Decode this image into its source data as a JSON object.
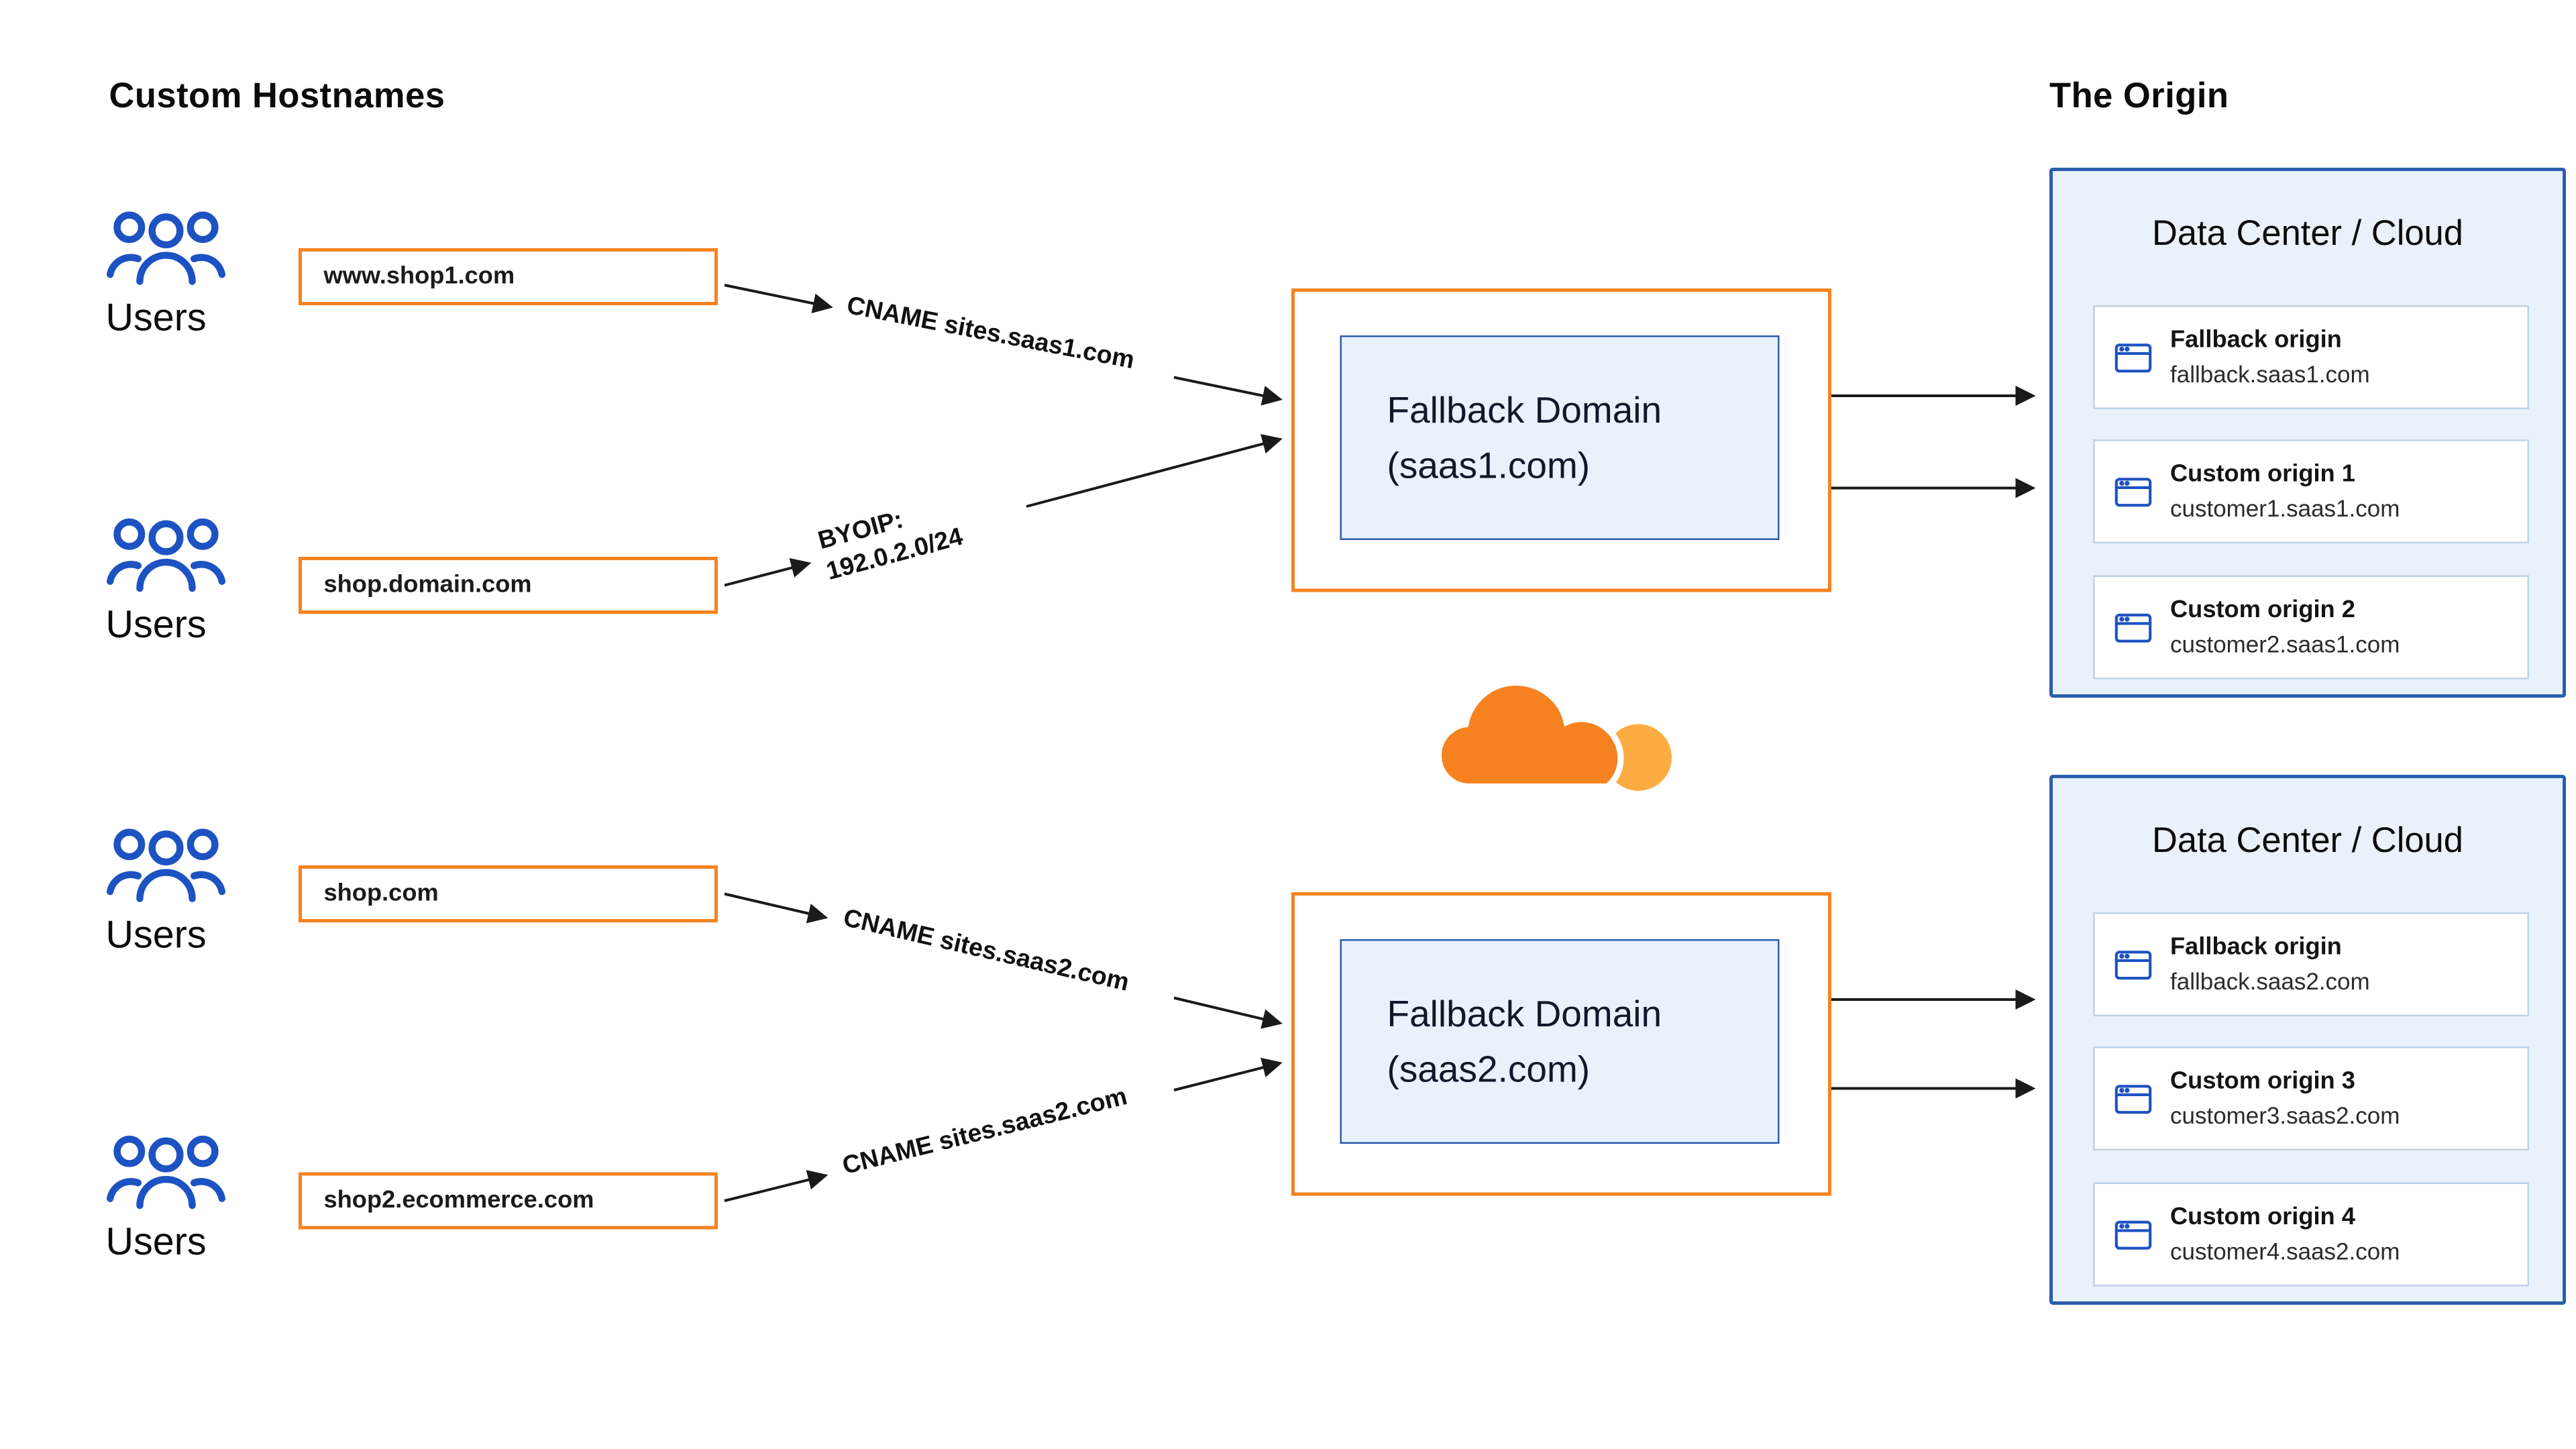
{
  "titles": {
    "left": "Custom Hostnames",
    "right": "The Origin"
  },
  "users_label": "Users",
  "hostnames": [
    {
      "label": "www.shop1.com"
    },
    {
      "label": "shop.domain.com"
    },
    {
      "label": "shop.com"
    },
    {
      "label": "shop2.ecommerce.com"
    }
  ],
  "route_labels": [
    {
      "line1": "CNAME sites.saas1.com",
      "line2": ""
    },
    {
      "line1": "BYOIP:",
      "line2": "192.0.2.0/24"
    },
    {
      "line1": "CNAME sites.saas2.com",
      "line2": ""
    },
    {
      "line1": "CNAME sites.saas2.com",
      "line2": ""
    }
  ],
  "fallback_domains": [
    {
      "line1": "Fallback Domain",
      "line2": "(saas1.com)"
    },
    {
      "line1": "Fallback Domain",
      "line2": "(saas2.com)"
    }
  ],
  "data_centers": [
    {
      "title": "Data Center / Cloud",
      "origins": [
        {
          "name": "Fallback origin",
          "host": "fallback.saas1.com"
        },
        {
          "name": "Custom origin 1",
          "host": "customer1.saas1.com"
        },
        {
          "name": "Custom origin 2",
          "host": "customer2.saas1.com"
        }
      ]
    },
    {
      "title": "Data Center / Cloud",
      "origins": [
        {
          "name": "Fallback origin",
          "host": "fallback.saas2.com"
        },
        {
          "name": "Custom origin 3",
          "host": "customer3.saas2.com"
        },
        {
          "name": "Custom origin 4",
          "host": "customer4.saas2.com"
        }
      ]
    }
  ],
  "icons": {
    "users": "users-icon",
    "origin_card": "browser-window-icon",
    "center_logo": "cloudflare-logo"
  },
  "colors": {
    "orange": "#F6821F",
    "logo_light_orange": "#FBAD41",
    "blue_border": "#2B5DAD",
    "icon_blue": "#1D52C2",
    "light_blue_bg": "#E9F2FB",
    "arrow": "#1A1A1A"
  }
}
